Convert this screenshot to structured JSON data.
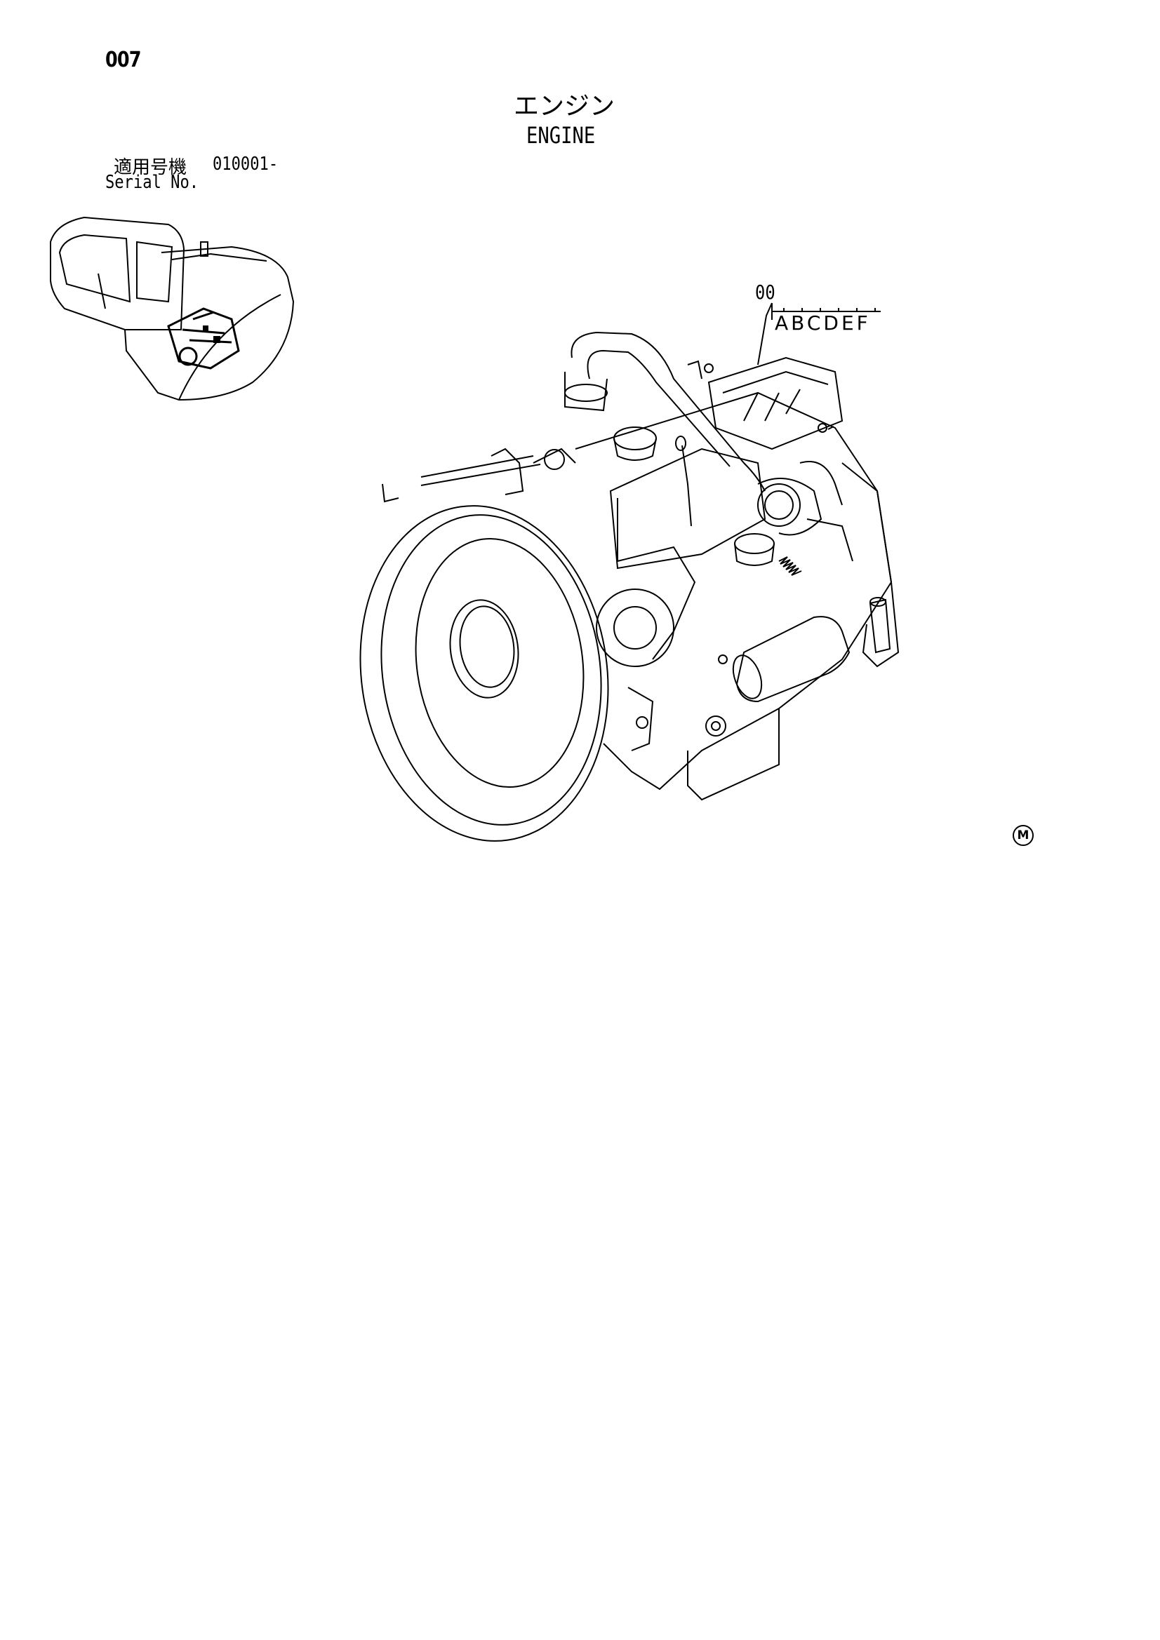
{
  "page_number": "007",
  "title_ja": "エンジン",
  "title_en": "ENGINE",
  "serial": {
    "label_ja": "適用号機",
    "range": "010001-",
    "label_en": "Serial No."
  },
  "callout": {
    "ref_number": "00",
    "variants": "ABCDEF"
  },
  "mark": "M",
  "icons": [
    "excavator-locator-thumbnail",
    "engine-assembly-illustration"
  ]
}
